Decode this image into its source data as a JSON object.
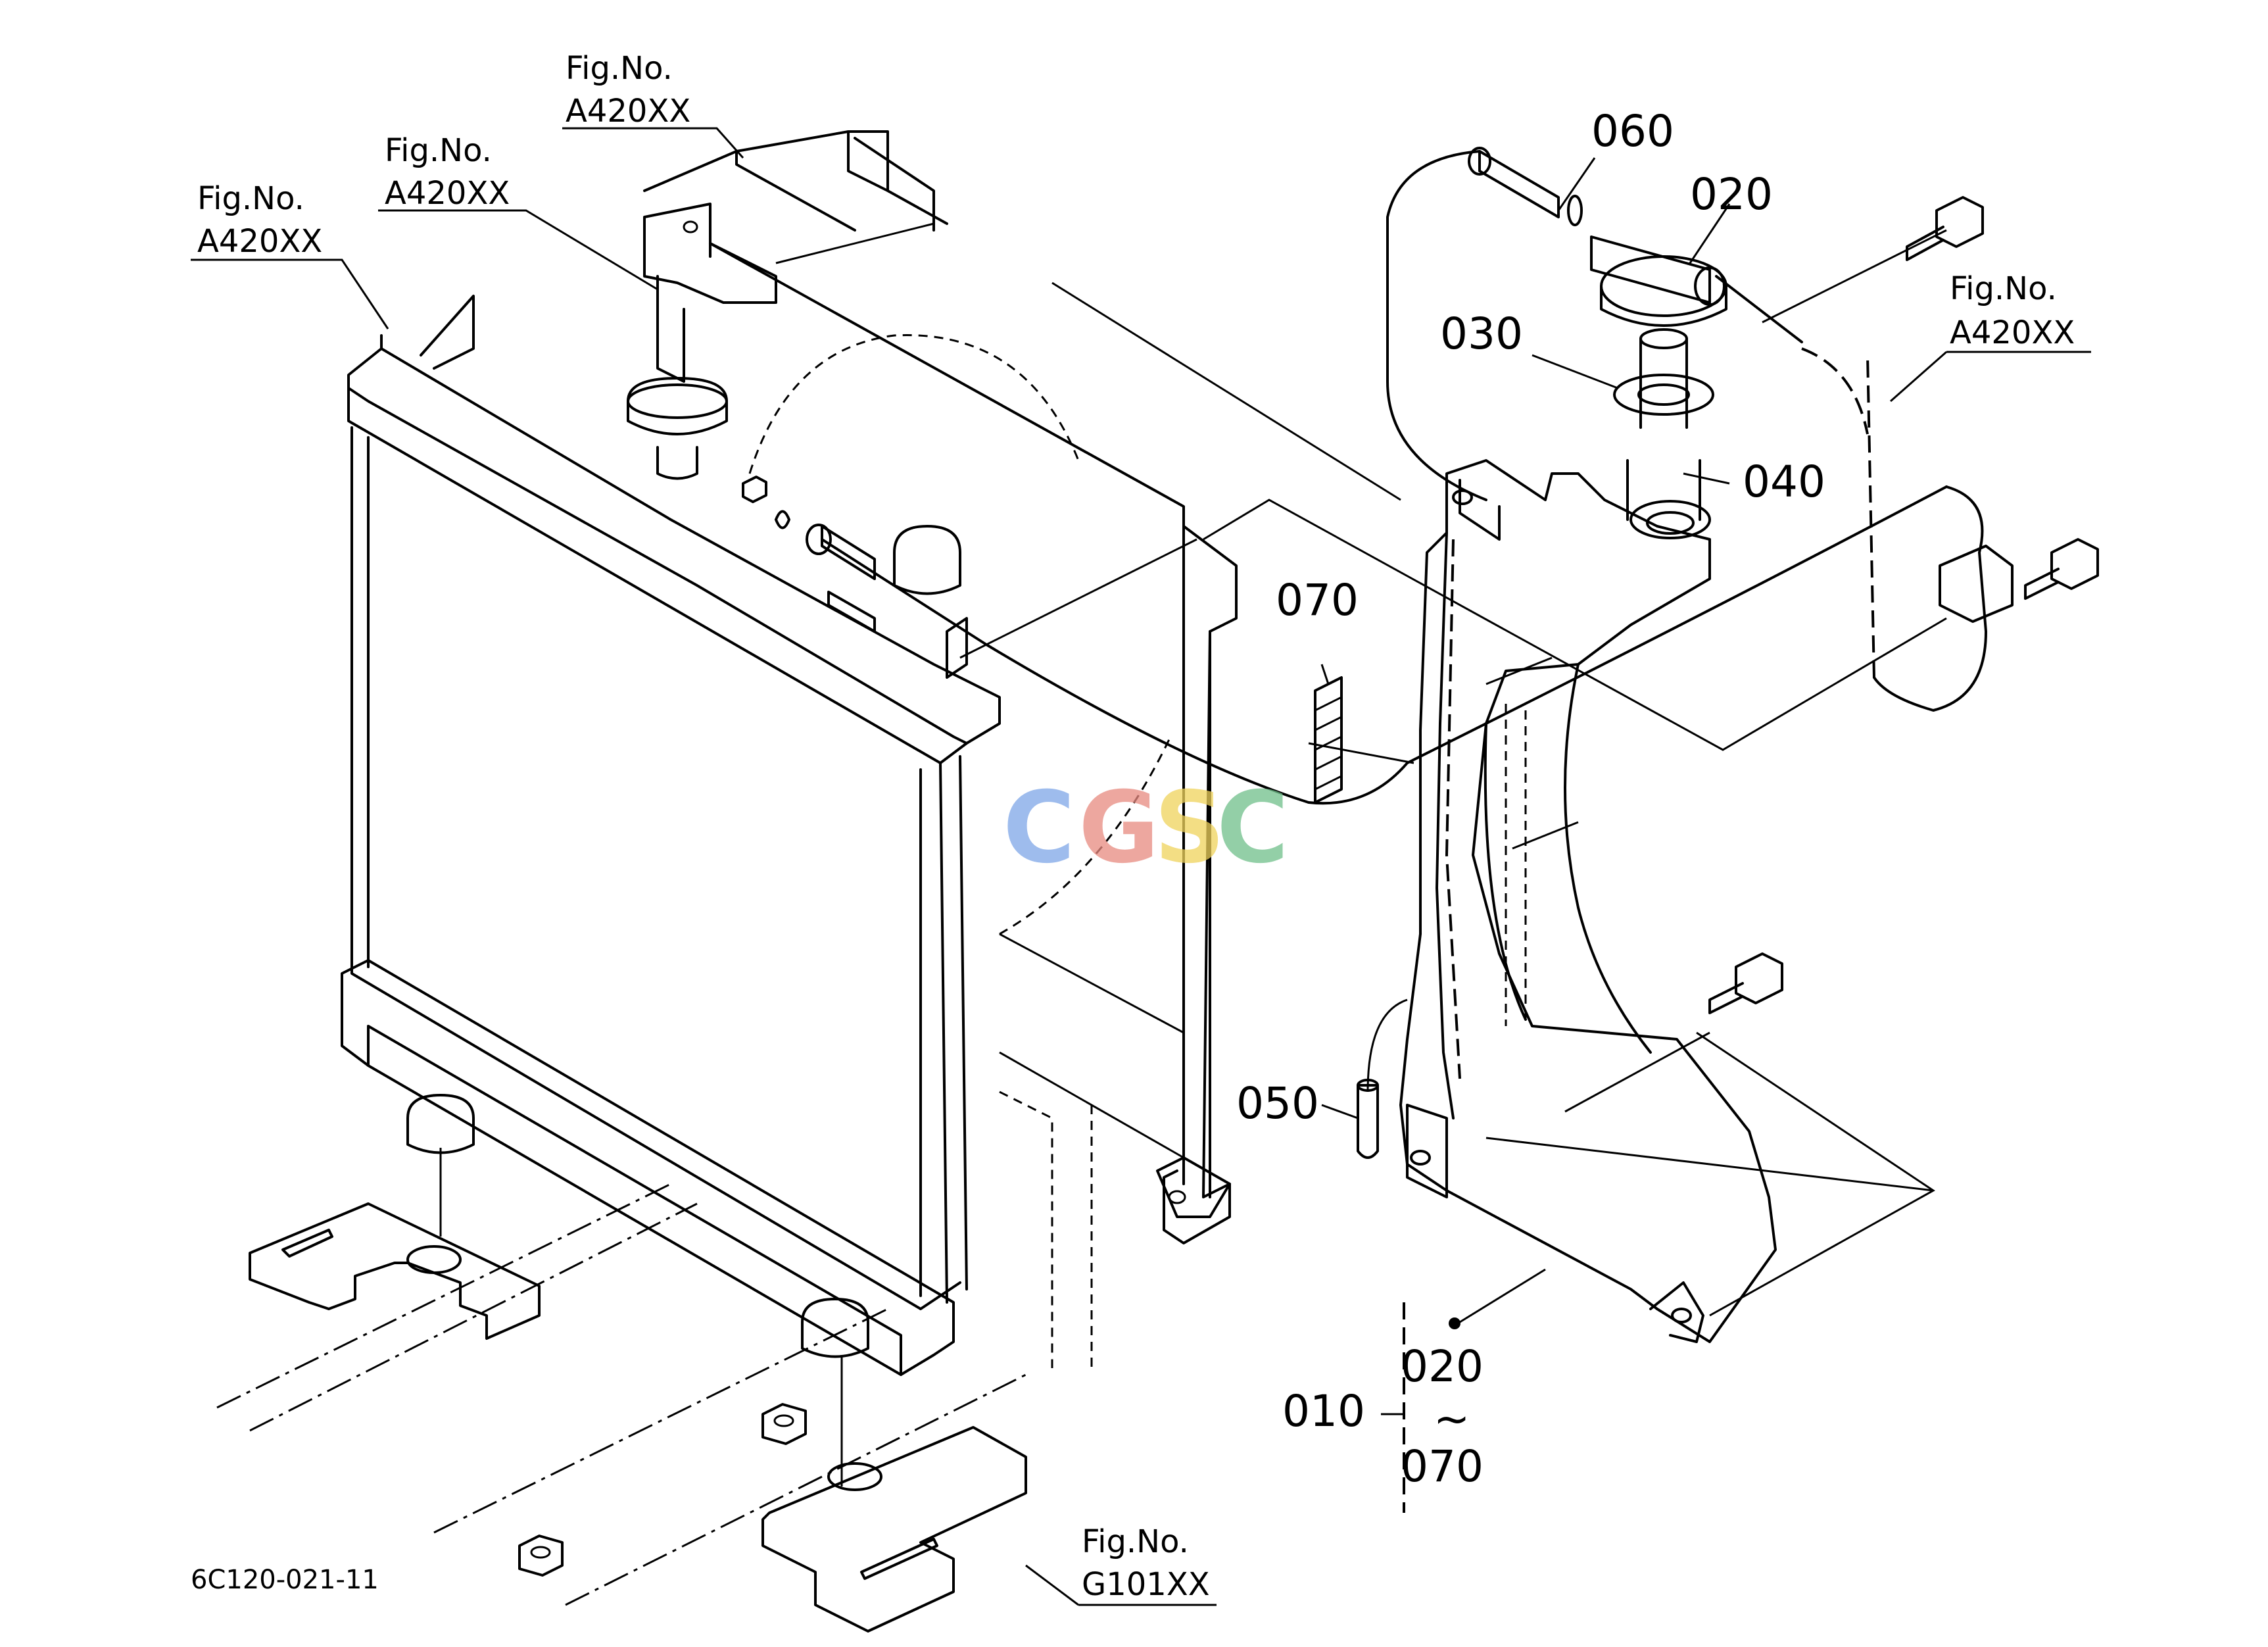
{
  "figure_refs": [
    {
      "line1": "Fig.No.",
      "line2": "A420XX"
    },
    {
      "line1": "Fig.No.",
      "line2": "A420XX"
    },
    {
      "line1": "Fig.No.",
      "line2": "A420XX"
    },
    {
      "line1": "Fig.No.",
      "line2": "A420XX"
    },
    {
      "line1": "Fig.No.",
      "line2": "G101XX"
    }
  ],
  "part_numbers": {
    "p060": "060",
    "p020": "020",
    "p030": "030",
    "p040": "040",
    "p070": "070",
    "p050": "050",
    "p010": "010",
    "range_from": "020",
    "range_sep": "~",
    "range_to": "070"
  },
  "drawing_code": "6C120-021-11",
  "watermark": {
    "letters": [
      "C",
      "G",
      "S",
      "C"
    ],
    "colors": [
      "#7ea6e8",
      "#e88a80",
      "#f0d35c",
      "#6fbf8a"
    ]
  }
}
